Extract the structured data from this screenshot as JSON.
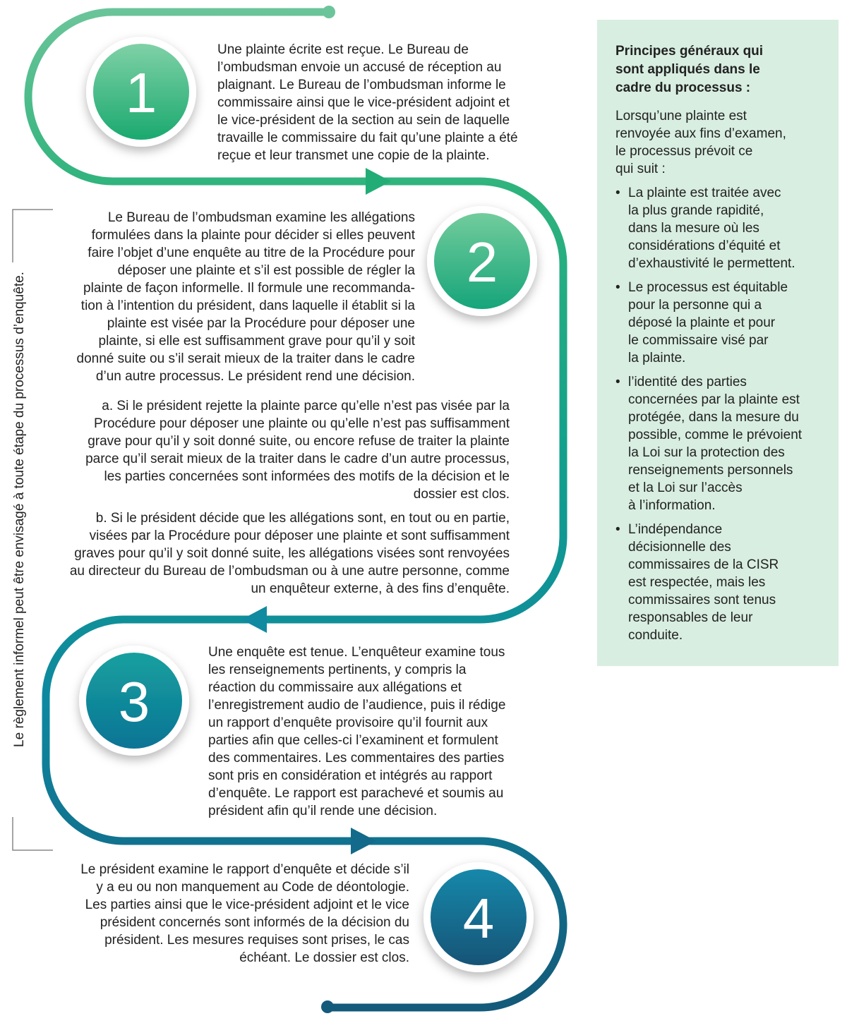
{
  "colors": {
    "green": "#1eb077",
    "green_light": "#6cc59a",
    "teal": "#0f9a93",
    "blue": "#0e7aa0",
    "navy": "#145a7a",
    "panel_bg": "#d8eee1",
    "bracket": "#888888"
  },
  "steps": [
    {
      "number": "1",
      "lines": [
        "Une plainte écrite est reçue. Le Bureau de",
        "l’ombudsman envoie un accusé de réception au",
        "plaignant. Le Bureau de l’ombudsman informe le",
        "commissaire ainsi que le vice-président adjoint et",
        "le vice-président de la section au sein de laquelle",
        "travaille le commissaire du fait qu’une plainte a été",
        "reçue et leur transmet une copie de la plainte."
      ]
    },
    {
      "number": "2",
      "lines": [
        "Le Bureau de l’ombudsman examine les allégations",
        "formulées dans la plainte pour décider si elles peuvent",
        "faire l’objet d’une enquête au titre de la Procédure pour",
        "déposer une plainte et s’il est possible de régler la",
        "plainte de façon informelle. Il formule une recommanda-",
        "tion à l’intention du président, dans laquelle il établit si la",
        "plainte est visée par la Procédure pour déposer une",
        "plainte, si elle est suffisamment grave pour qu’il y soit",
        "donné suite ou s’il serait mieux de la traiter dans le cadre",
        "d’un autre processus. Le président rend une décision."
      ],
      "sub_a": [
        "a. Si le président rejette la plainte parce qu’elle n’est pas visée par la",
        "Procédure pour déposer une plainte ou qu’elle n’est pas suffisamment",
        "grave pour qu’il y soit donné suite, ou encore refuse de traiter la plainte",
        "parce qu’il serait mieux de la traiter dans le cadre d’un autre processus,",
        "les parties concernées sont informées des motifs de la décision et le",
        "dossier est clos."
      ],
      "sub_b": [
        "b. Si le président décide que les allégations sont, en tout ou en partie,",
        "visées par la Procédure pour déposer une plainte et sont suffisamment",
        "graves pour qu’il y soit donné suite, les allégations visées sont renvoyées",
        "au directeur du Bureau de l’ombudsman ou à une autre personne, comme",
        "un enquêteur externe, à des fins d’enquête."
      ]
    },
    {
      "number": "3",
      "lines": [
        "Une enquête est tenue. L’enquêteur examine tous",
        "les renseignements pertinents, y compris la",
        "réaction du commissaire aux allégations et",
        "l’enregistrement audio de l’audience, puis il rédige",
        "un rapport d’enquête provisoire qu’il fournit aux",
        "parties afin que celles-ci l’examinent et formulent",
        "des commentaires. Les commentaires des parties",
        "sont pris en considération et intégrés au rapport",
        "d’enquête. Le rapport est parachevé et soumis au",
        "président afin qu’il rende une décision."
      ]
    },
    {
      "number": "4",
      "lines": [
        "Le président examine le rapport d’enquête et décide s’il",
        "y a eu ou non manquement au Code de déontologie.",
        "Les parties ainsi que le vice-président adjoint et le vice",
        "président concernés sont informés de la décision du",
        "président. Les mesures requises sont prises, le cas",
        "échéant. Le dossier est clos."
      ]
    }
  ],
  "side_label": "Le règlement informel peut être envisagé à toute étape du processus d’enquête.",
  "panel": {
    "title": "Principes généraux qui\nsont appliqués dans le\ncadre du processus :",
    "intro": "Lorsqu’une plainte est\nrenvoyée aux fins d’examen,\nle processus prévoit ce\nqui suit :",
    "bullet_char": "•",
    "items": [
      "La plainte est traitée avec\nla plus grande rapidité,\ndans la mesure où les\nconsidérations d’équité et\nd’exhaustivité le permettent.",
      "Le processus est équitable\npour la personne qui a\ndéposé la plainte et pour\nle commissaire visé par\nla plainte.",
      "l’identité des parties\nconcernées par la plainte est\nprotégée, dans la mesure du\npossible, comme le prévoient\nla Loi sur la protection des\nrenseignements personnels\net la Loi sur l’accès\nà l’information.",
      "L’indépendance\ndécisionnelle des\ncommissaires de la CISR\nest respectée, mais les\ncommissaires sont tenus\nresponsables de leur\nconduite."
    ]
  }
}
